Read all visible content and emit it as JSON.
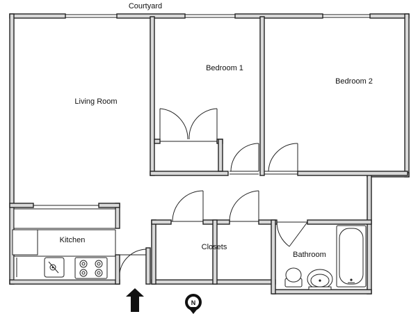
{
  "plan": {
    "labels": {
      "courtyard": "Courtyard",
      "living_room": "Living Room",
      "bedroom_1": "Bedroom 1",
      "bedroom_2": "Bedroom 2",
      "kitchen": "Kitchen",
      "closets": "Closets",
      "bathroom": "Bathroom"
    },
    "icons": {
      "entrance": "entrance-arrow-icon",
      "north": "north-compass-icon",
      "north_letter": "N"
    }
  }
}
